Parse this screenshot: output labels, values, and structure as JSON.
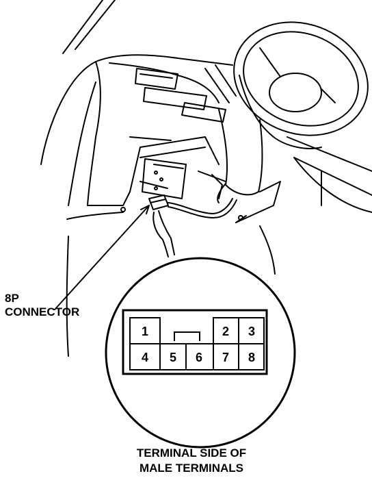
{
  "connector_label": {
    "line1": "8P",
    "line2": "CONNECTOR"
  },
  "caption": {
    "line1": "TERMINAL SIDE OF",
    "line2": "MALE TERMINALS"
  },
  "terminals": [
    "1",
    "2",
    "3",
    "4",
    "5",
    "6",
    "7",
    "8"
  ],
  "colors": {
    "ink": "#000000",
    "paper": "#ffffff"
  }
}
